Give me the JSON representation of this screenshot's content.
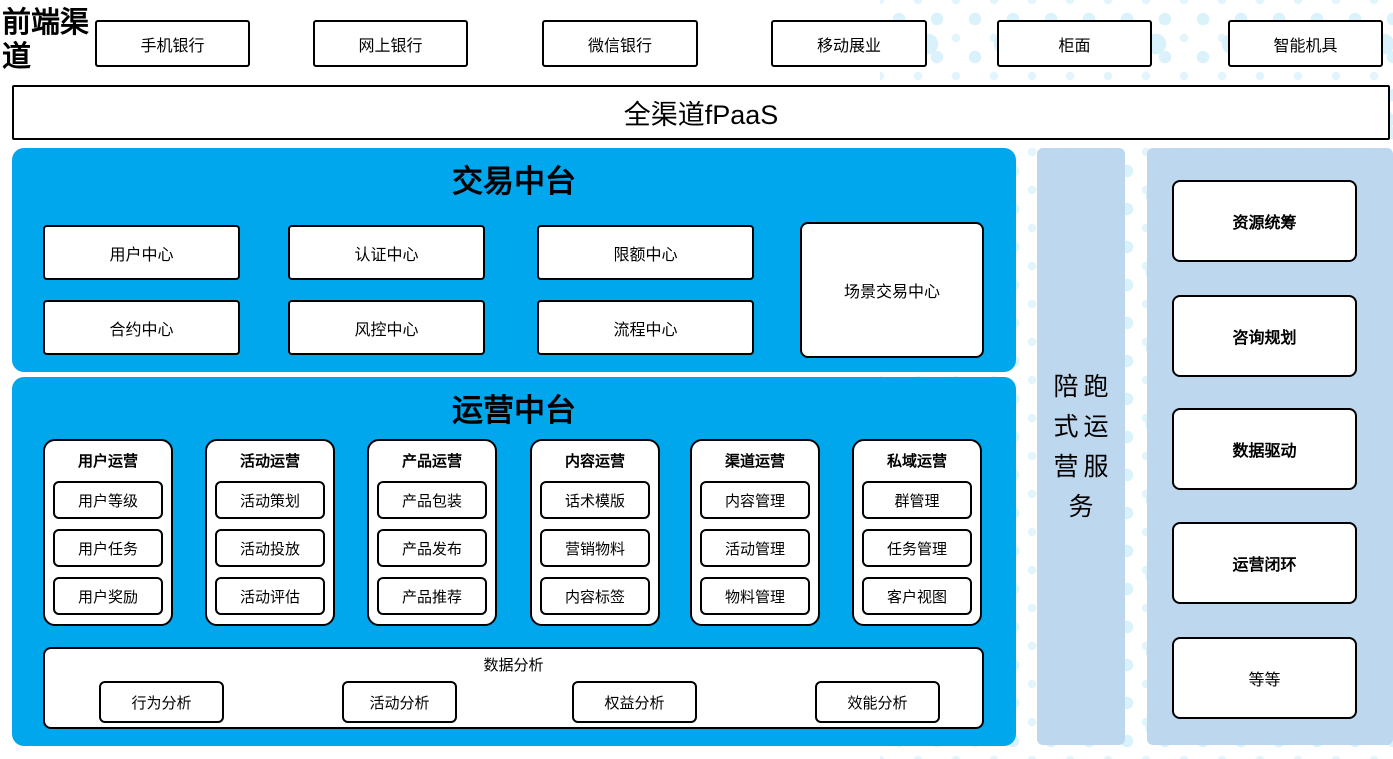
{
  "colors": {
    "bright_blue": "#00a7ec",
    "light_blue": "#bdd7ee",
    "dot_blue": "#d9f1fb",
    "border": "#000000"
  },
  "front_channels": {
    "label": "前端渠道",
    "items": [
      "手机银行",
      "网上银行",
      "微信银行",
      "移动展业",
      "柜面",
      "智能机具"
    ]
  },
  "fpaas": {
    "label": "全渠道fPaaS"
  },
  "transaction": {
    "title": "交易中台",
    "centers": [
      "用户中心",
      "认证中心",
      "限额中心",
      "合约中心",
      "风控中心",
      "流程中心"
    ],
    "scenario_center": "场景交易中心"
  },
  "operations": {
    "title": "运营中台",
    "columns": [
      {
        "title": "用户运营",
        "items": [
          "用户等级",
          "用户任务",
          "用户奖励"
        ]
      },
      {
        "title": "活动运营",
        "items": [
          "活动策划",
          "活动投放",
          "活动评估"
        ]
      },
      {
        "title": "产品运营",
        "items": [
          "产品包装",
          "产品发布",
          "产品推荐"
        ]
      },
      {
        "title": "内容运营",
        "items": [
          "话术模版",
          "营销物料",
          "内容标签"
        ]
      },
      {
        "title": "渠道运营",
        "items": [
          "内容管理",
          "活动管理",
          "物料管理"
        ]
      },
      {
        "title": "私域运营",
        "items": [
          "群管理",
          "任务管理",
          "客户视图"
        ]
      }
    ],
    "data_analysis": {
      "title": "数据分析",
      "items": [
        "行为分析",
        "活动分析",
        "权益分析",
        "效能分析"
      ]
    }
  },
  "side_service": {
    "label": "陪跑式运营服务",
    "lines": [
      "陪跑",
      "式运",
      "营服",
      "务"
    ]
  },
  "right_panel": {
    "items": [
      "资源统筹",
      "咨询规划",
      "数据驱动",
      "运营闭环",
      "等等"
    ]
  }
}
